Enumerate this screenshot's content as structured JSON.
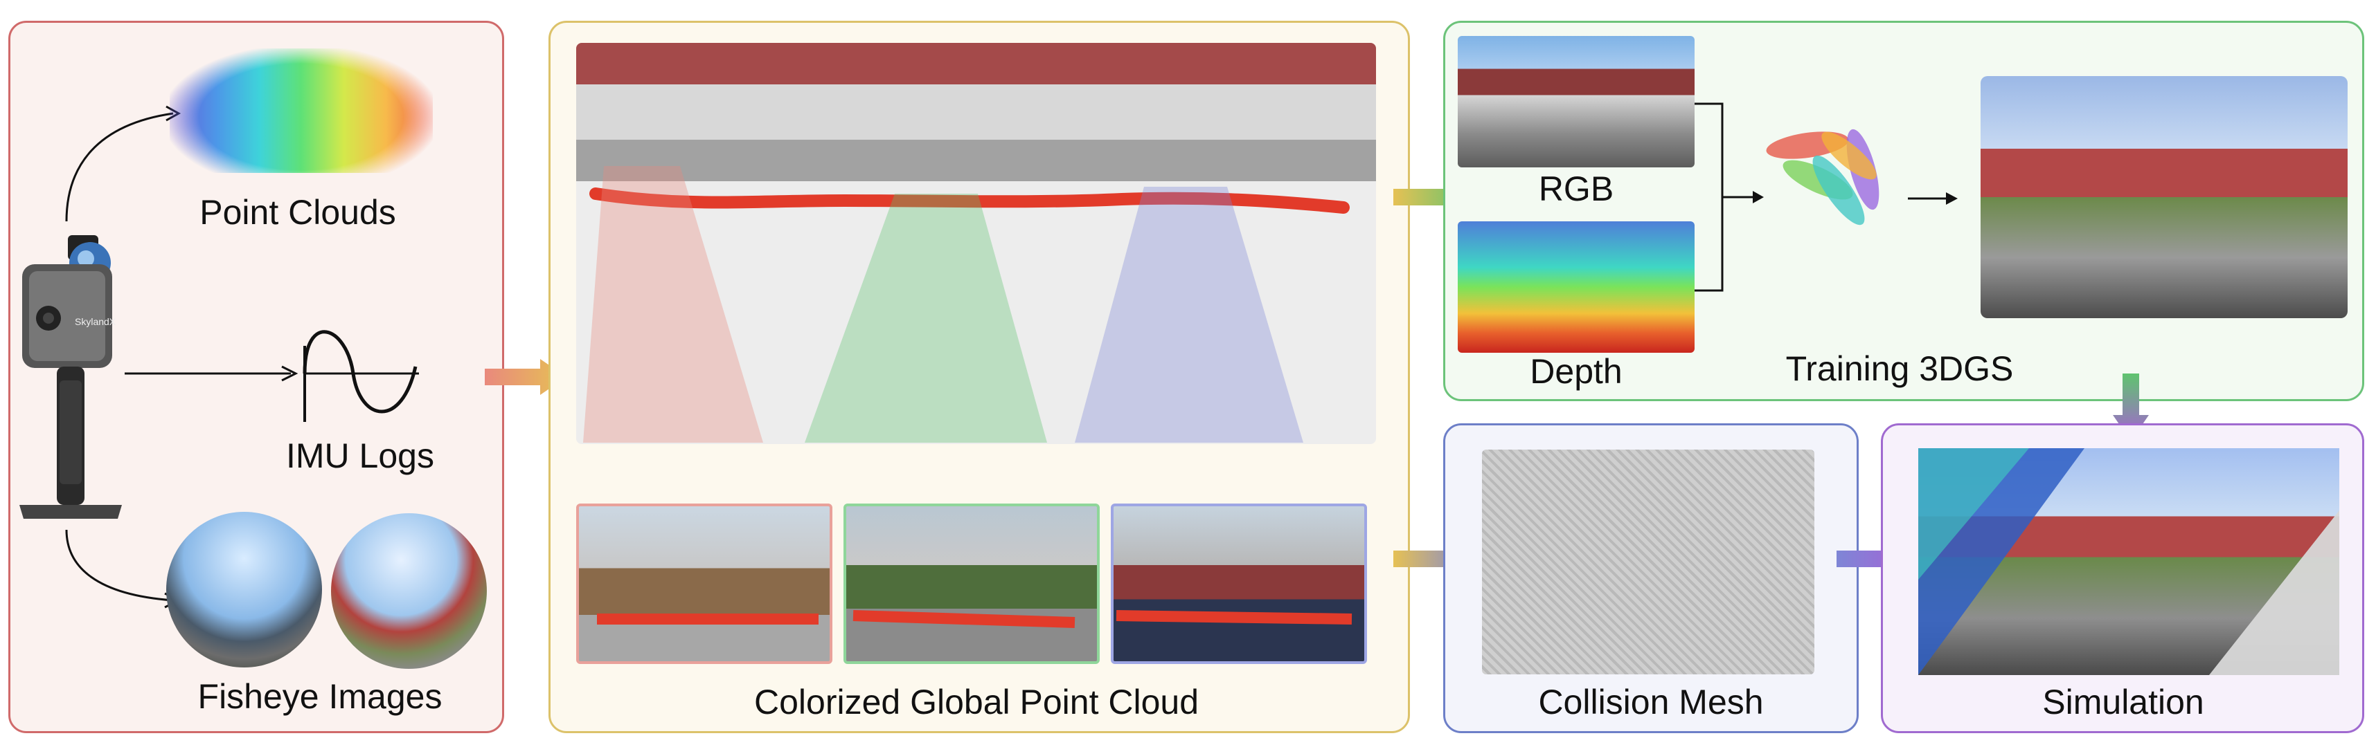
{
  "colors": {
    "panel_sensor": "#d06a6a",
    "panel_sensor_bg": "#fbf2ef",
    "panel_cloud": "#dcc26a",
    "panel_cloud_bg": "#fdf9ee",
    "panel_3dgs": "#6cc37a",
    "panel_3dgs_bg": "#f3faf2",
    "panel_mesh": "#6d7fc8",
    "panel_mesh_bg": "#f3f4fb",
    "panel_sim": "#a06ad0",
    "panel_sim_bg": "#f7f1fb"
  },
  "sensor": {
    "device_brand": "SkylandX",
    "point_clouds_label": "Point Clouds",
    "imu_logs_label": "IMU Logs",
    "fisheye_label": "Fisheye Images"
  },
  "cloud": {
    "label": "Colorized Global Point Cloud"
  },
  "gs": {
    "rgb_label": "RGB",
    "depth_label": "Depth",
    "training_label": "Training 3DGS"
  },
  "mesh": {
    "label": "Collision Mesh"
  },
  "sim": {
    "label": "Simulation"
  },
  "icons": [
    "handheld-scanner-icon",
    "imu-wave-icon",
    "gaussian-splat-icon",
    "flow-arrow-icon"
  ]
}
